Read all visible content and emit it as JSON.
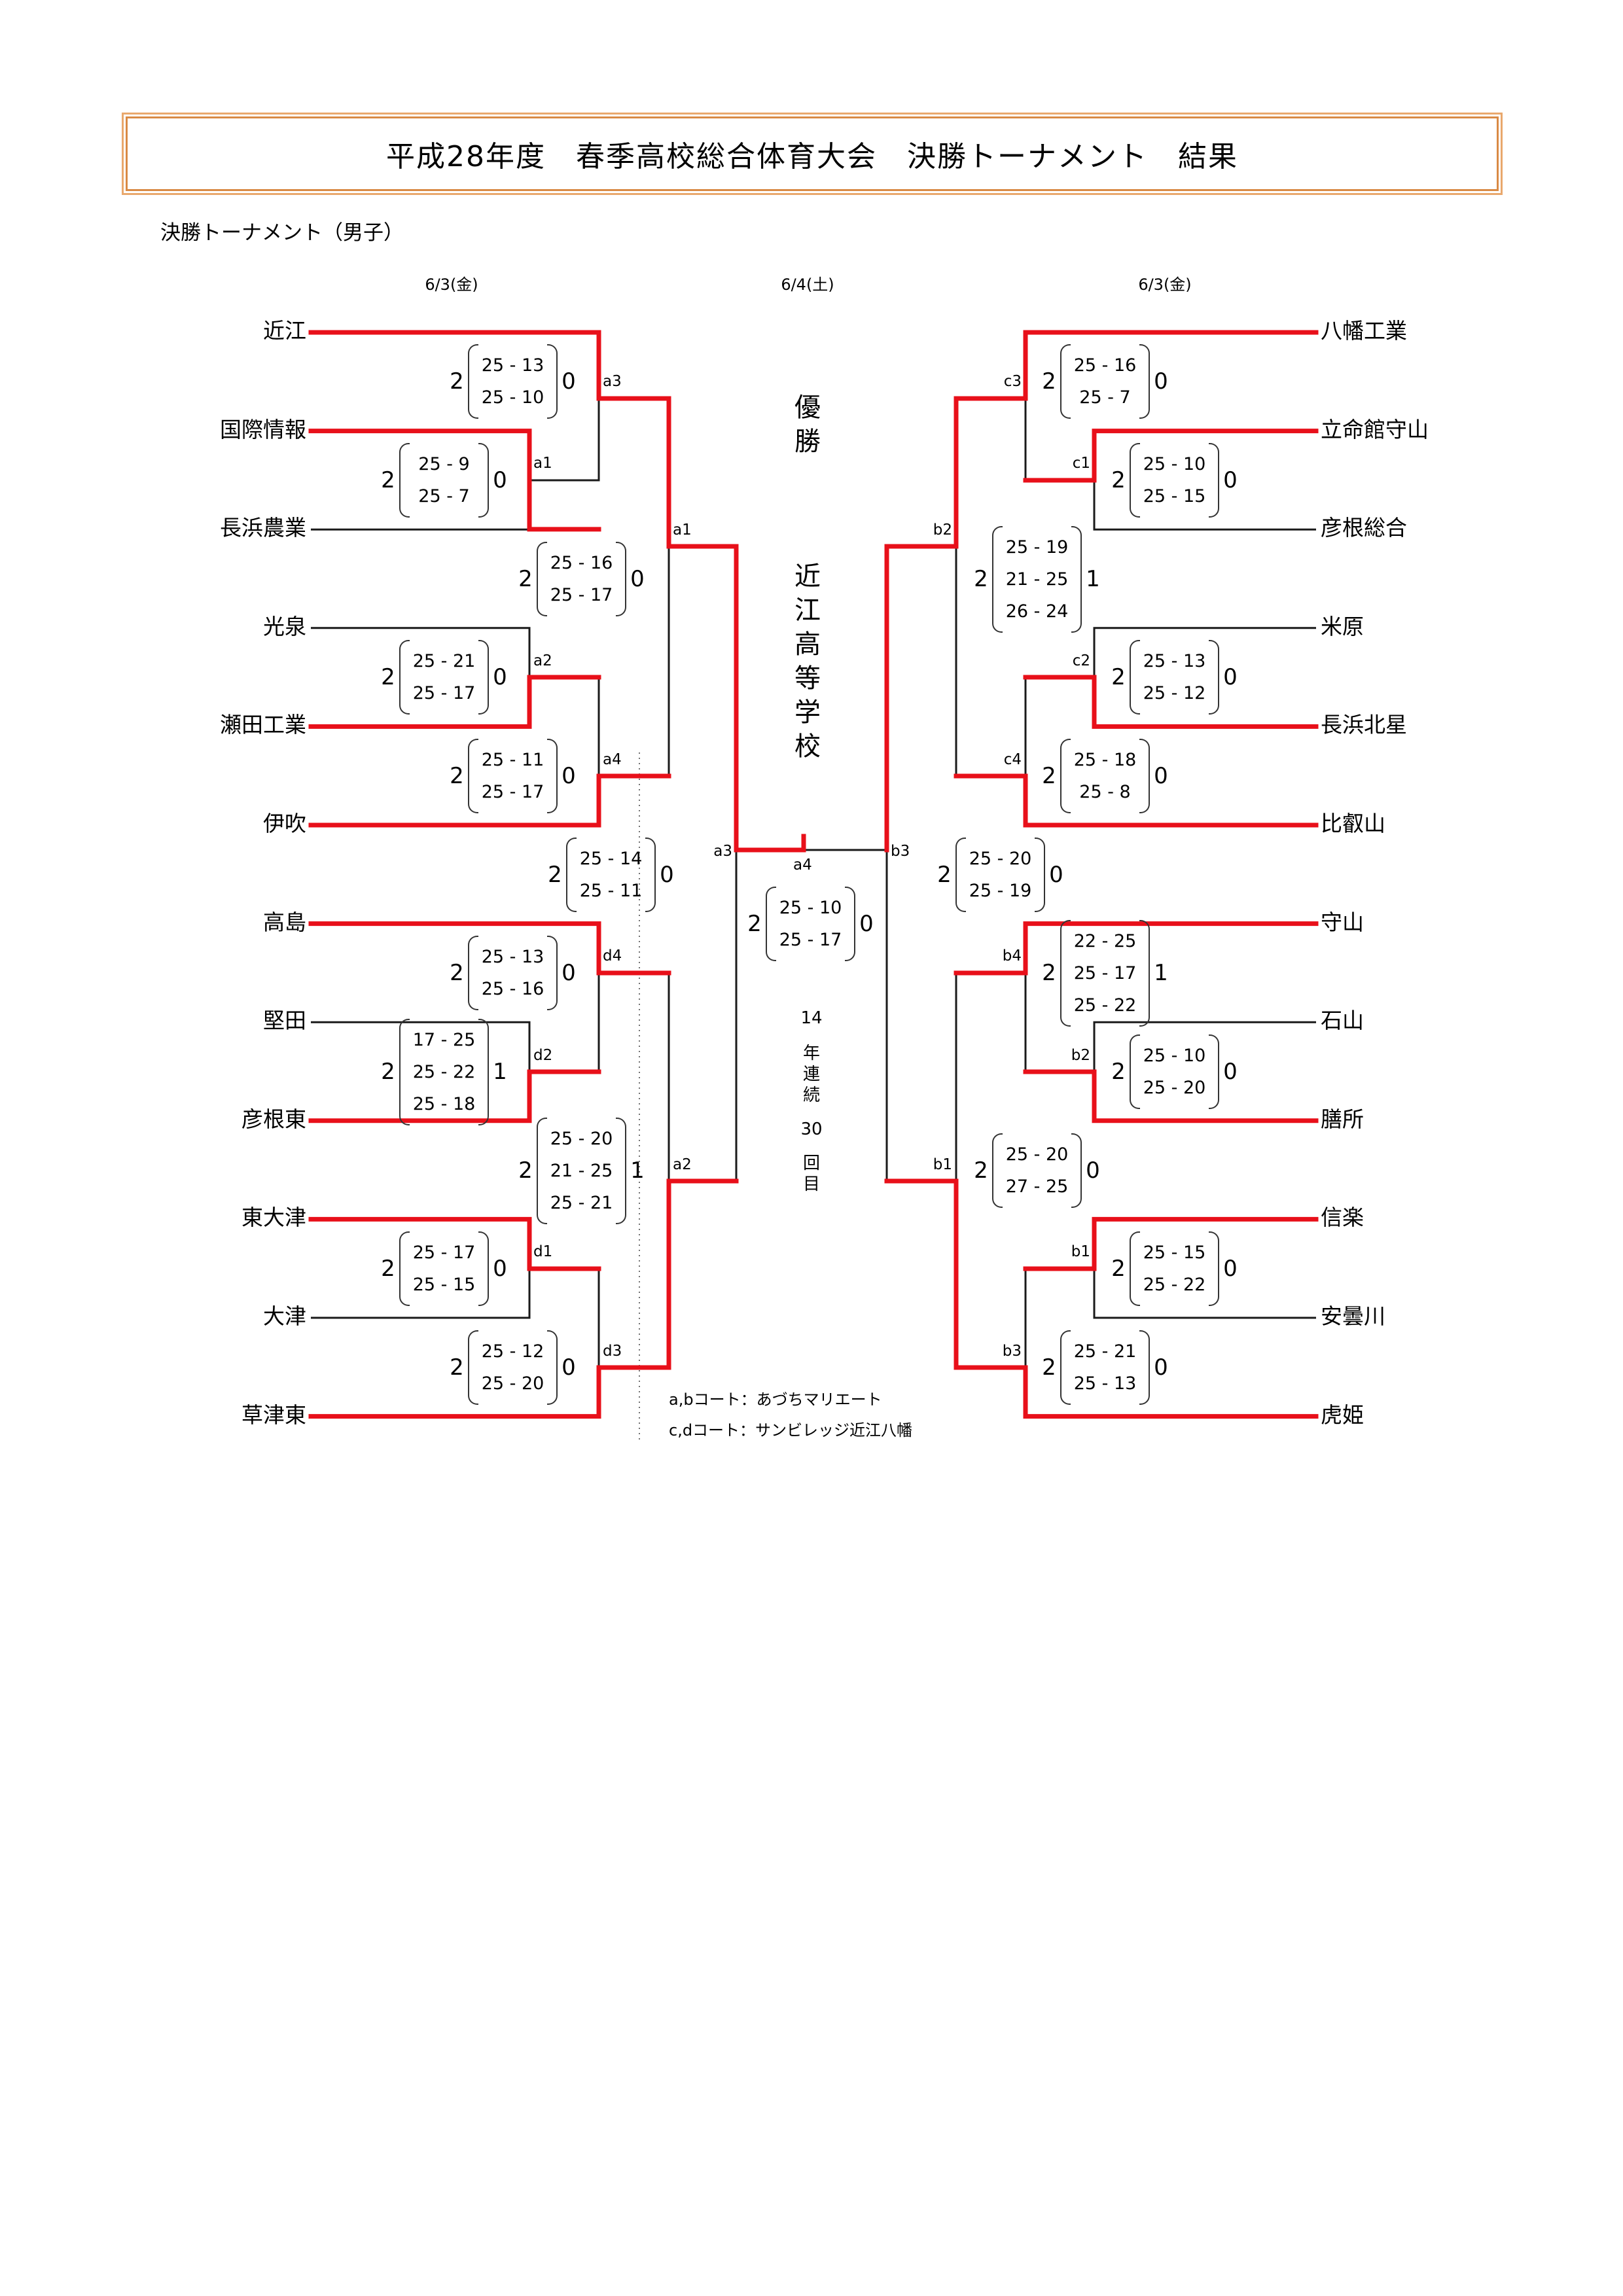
{
  "title": "平成28年度　春季高校総合体育大会　決勝トーナメント　結果",
  "subtitle": "決勝トーナメント（男子）",
  "dates": {
    "left": "6/3(金)",
    "center": "6/4(土)",
    "right": "6/3(金)"
  },
  "champion": {
    "label_chars": [
      "優",
      "勝"
    ],
    "school_chars": [
      "近",
      "江",
      "高",
      "等",
      "学",
      "校"
    ],
    "streak_chars": [
      "14",
      "年",
      "連",
      "続",
      "30",
      "回",
      "目"
    ]
  },
  "colors": {
    "winner_line": "#e8101a",
    "loser_line": "#1a1a1a",
    "title_border": "#d98a45"
  },
  "left_teams": [
    "近江",
    "国際情報",
    "長浜農業",
    "光泉",
    "瀬田工業",
    "伊吹",
    "高島",
    "堅田",
    "彦根東",
    "東大津",
    "大津",
    "草津東"
  ],
  "right_teams": [
    "八幡工業",
    "立命館守山",
    "彦根総合",
    "米原",
    "長浜北星",
    "比叡山",
    "守山",
    "石山",
    "膳所",
    "信楽",
    "安曇川",
    "虎姫"
  ],
  "matches": {
    "L_a1": {
      "court": "a1",
      "w": "2",
      "l": "0",
      "sets": [
        "25 - 9",
        "25 - 7"
      ]
    },
    "L_a3": {
      "court": "a3",
      "w": "2",
      "l": "0",
      "sets": [
        "25 - 13",
        "25 - 10"
      ]
    },
    "L_a2": {
      "court": "a2",
      "w": "2",
      "l": "0",
      "sets": [
        "25 - 21",
        "25 - 17"
      ]
    },
    "L_a4": {
      "court": "a4",
      "w": "2",
      "l": "0",
      "sets": [
        "25 - 11",
        "25 - 17"
      ]
    },
    "L_sa1": {
      "court": "a1",
      "w": "2",
      "l": "0",
      "sets": [
        "25 - 16",
        "25 - 17"
      ]
    },
    "L_d4": {
      "court": "d4",
      "w": "2",
      "l": "0",
      "sets": [
        "25 - 13",
        "25 - 16"
      ]
    },
    "L_d2": {
      "court": "d2",
      "w": "2",
      "l": "1",
      "sets": [
        "17 - 25",
        "25 - 22",
        "25 - 18"
      ]
    },
    "L_d1": {
      "court": "d1",
      "w": "2",
      "l": "0",
      "sets": [
        "25 - 17",
        "25 - 15"
      ]
    },
    "L_d3": {
      "court": "d3",
      "w": "2",
      "l": "0",
      "sets": [
        "25 - 12",
        "25 - 20"
      ]
    },
    "L_sa2": {
      "court": "a2",
      "w": "2",
      "l": "1",
      "sets": [
        "25 - 20",
        "21 - 25",
        "25 - 21"
      ]
    },
    "L_fa3": {
      "court": "a3",
      "w": "2",
      "l": "0",
      "sets": [
        "25 - 14",
        "25 - 11"
      ]
    },
    "final": {
      "court": "a4",
      "w": "2",
      "l": "0",
      "sets": [
        "25 - 10",
        "25 - 17"
      ]
    },
    "R_c3": {
      "court": "c3",
      "w": "2",
      "l": "0",
      "sets": [
        "25 - 16",
        "25 - 7"
      ]
    },
    "R_c1": {
      "court": "c1",
      "w": "2",
      "l": "0",
      "sets": [
        "25 - 10",
        "25 - 15"
      ]
    },
    "R_sb2": {
      "court": "b2",
      "w": "2",
      "l": "1",
      "sets": [
        "25 - 19",
        "21 - 25",
        "26 - 24"
      ]
    },
    "R_c2": {
      "court": "c2",
      "w": "2",
      "l": "0",
      "sets": [
        "25 - 13",
        "25 - 12"
      ]
    },
    "R_c4": {
      "court": "c4",
      "w": "2",
      "l": "0",
      "sets": [
        "25 - 18",
        "25 - 8"
      ]
    },
    "R_fb3": {
      "court": "b3",
      "w": "2",
      "l": "0",
      "sets": [
        "25 - 20",
        "25 - 19"
      ]
    },
    "R_b4": {
      "court": "b4",
      "w": "2",
      "l": "1",
      "sets": [
        "22 - 25",
        "25 - 17",
        "25 - 22"
      ]
    },
    "R_b2": {
      "court": "b2",
      "w": "2",
      "l": "0",
      "sets": [
        "25 - 10",
        "25 - 20"
      ]
    },
    "R_sb1": {
      "court": "b1",
      "w": "2",
      "l": "0",
      "sets": [
        "25 - 20",
        "27 - 25"
      ]
    },
    "R_b1": {
      "court": "b1",
      "w": "2",
      "l": "0",
      "sets": [
        "25 - 15",
        "25 - 22"
      ]
    },
    "R_b3": {
      "court": "b3",
      "w": "2",
      "l": "0",
      "sets": [
        "25 - 21",
        "25 - 13"
      ]
    }
  },
  "notes": [
    "a,bコート：あづちマリエート",
    "c,dコート：サンビレッジ近江八幡"
  ]
}
